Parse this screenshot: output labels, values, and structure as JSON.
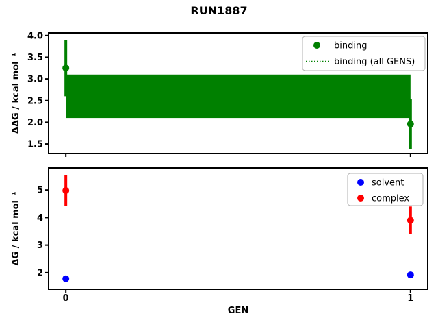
{
  "figure": {
    "title": "RUN1887",
    "background": "#ffffff",
    "text_color": "#000000"
  },
  "chart_data": [
    {
      "id": "ddg-binding-subplot",
      "type": "scatter",
      "title": "",
      "xlabel": "",
      "ylabel": "ΔΔG / kcal mol⁻¹",
      "xlim": [
        -0.05,
        1.05
      ],
      "ylim": [
        1.28,
        4.06
      ],
      "xticks": [
        0,
        1
      ],
      "xticklabels": [
        "",
        ""
      ],
      "yticks": [
        1.5,
        2.0,
        2.5,
        3.0,
        3.5,
        4.0
      ],
      "yticklabels": [
        "1.5",
        "2.0",
        "2.5",
        "3.0",
        "3.5",
        "4.0"
      ],
      "grid": false,
      "legend_position": "upper right",
      "series": [
        {
          "name": "binding",
          "marker": "circle",
          "color": "#008000",
          "x": [
            0,
            1
          ],
          "y": [
            3.25,
            1.96
          ],
          "yerr": [
            0.65,
            0.57
          ]
        }
      ],
      "band": {
        "name": "binding (all GENS)",
        "color": "#008000",
        "x": [
          0,
          1
        ],
        "mean": 2.6,
        "low": 2.1,
        "high": 3.1,
        "mean_linestyle": "dotted"
      },
      "legend": [
        {
          "label": "binding",
          "marker": "dot",
          "color": "#008000"
        },
        {
          "label": "binding (all GENS)",
          "marker": "dotted-line",
          "color": "#008000"
        }
      ]
    },
    {
      "id": "dg-subplot",
      "type": "scatter",
      "title": "",
      "xlabel": "GEN",
      "ylabel": "ΔG / kcal mol⁻¹",
      "xlim": [
        -0.05,
        1.05
      ],
      "ylim": [
        1.4,
        5.8
      ],
      "xticks": [
        0,
        1
      ],
      "xticklabels": [
        "0",
        "1"
      ],
      "yticks": [
        2,
        3,
        4,
        5
      ],
      "yticklabels": [
        "2",
        "3",
        "4",
        "5"
      ],
      "grid": false,
      "legend_position": "upper right",
      "series": [
        {
          "name": "solvent",
          "marker": "circle",
          "color": "#0000ff",
          "x": [
            0,
            1
          ],
          "y": [
            1.78,
            1.92
          ],
          "yerr": [
            0.05,
            0.05
          ]
        },
        {
          "name": "complex",
          "marker": "circle",
          "color": "#ff0000",
          "x": [
            0,
            1
          ],
          "y": [
            4.98,
            3.9
          ],
          "yerr": [
            0.57,
            0.5
          ]
        }
      ],
      "legend": [
        {
          "label": "solvent",
          "marker": "dot",
          "color": "#0000ff"
        },
        {
          "label": "complex",
          "marker": "dot",
          "color": "#ff0000"
        }
      ]
    }
  ]
}
